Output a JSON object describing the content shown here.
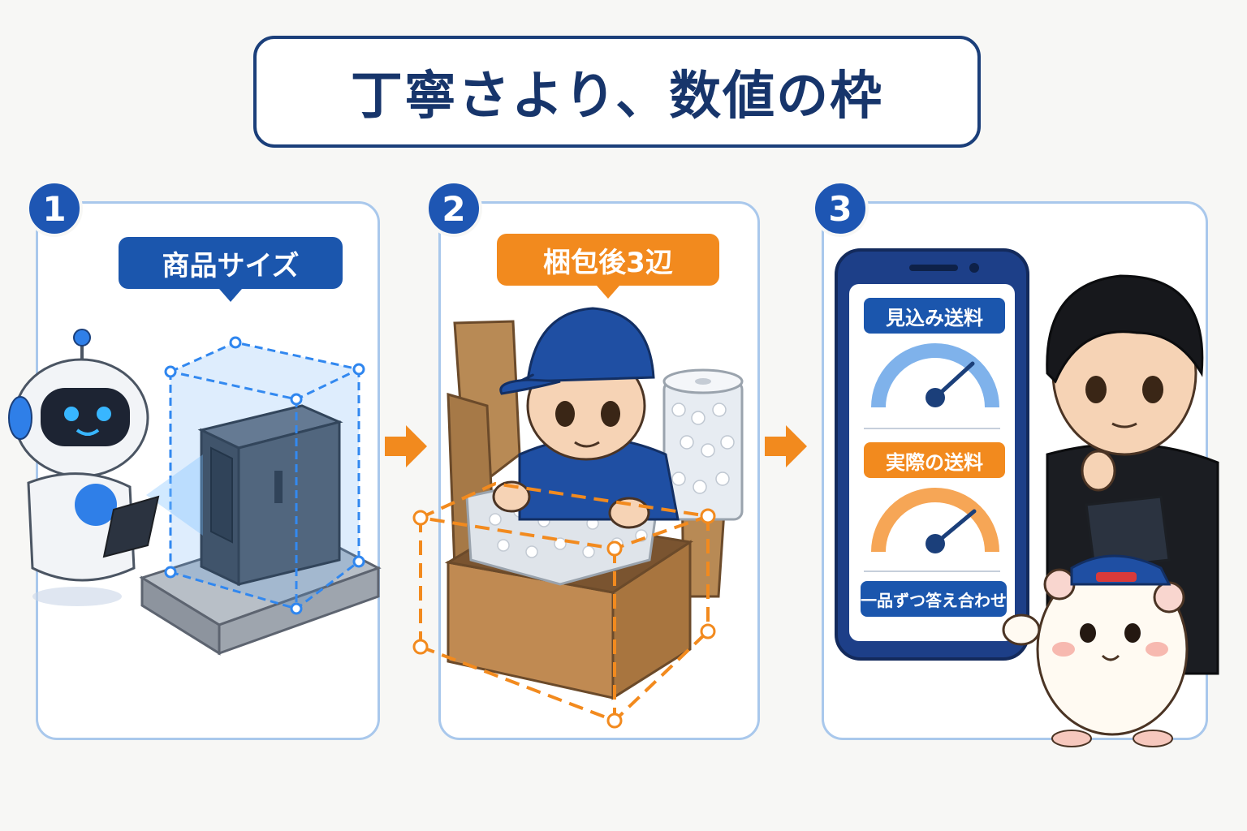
{
  "title": "丁寧さより、数値の枠",
  "steps": [
    {
      "number": "1",
      "label": "商品サイズ"
    },
    {
      "number": "2",
      "label": "梱包後3辺"
    },
    {
      "number": "3"
    }
  ],
  "phone": {
    "estimated_label": "見込み送料",
    "actual_label": "実際の送料",
    "match_label": "一品ずつ答え合わせ"
  },
  "colors": {
    "navy": "#17356b",
    "blue": "#1b56ad",
    "orange": "#f28a1e",
    "panel_border": "#a9c8ec"
  },
  "icons": [
    "robot-icon",
    "vending-machine-icon",
    "worker-icon",
    "box-icon",
    "bubble-wrap-icon",
    "phone-icon",
    "gauge-icon",
    "person-icon",
    "hamster-icon",
    "arrow-right-icon"
  ]
}
